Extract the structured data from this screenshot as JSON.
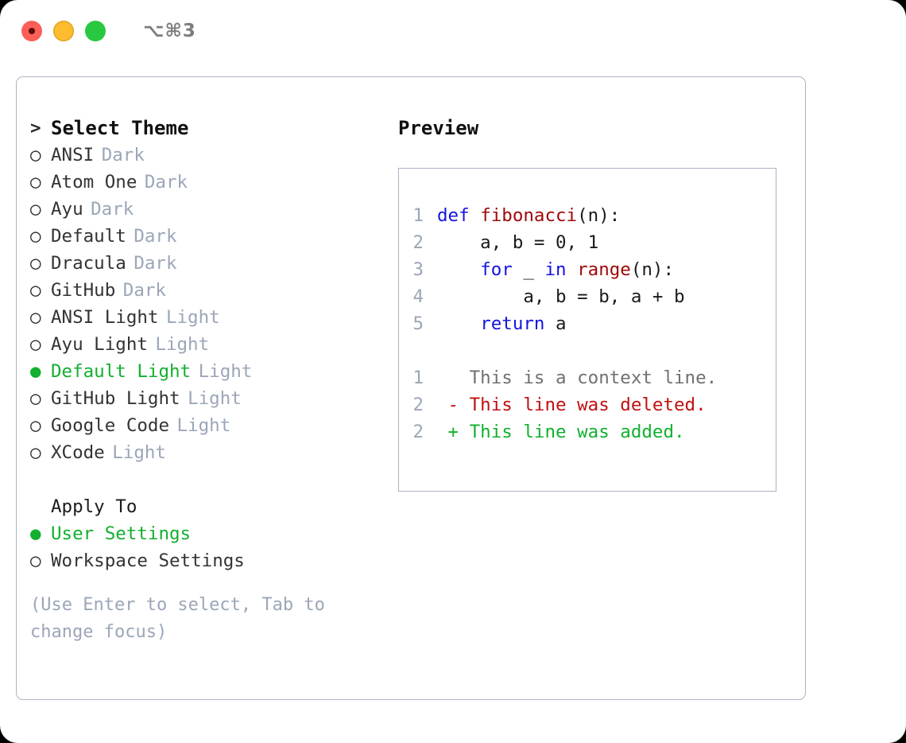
{
  "titlebar": {
    "lights": [
      {
        "name": "close-button",
        "color": "#fb5f57"
      },
      {
        "name": "minimize-button",
        "color": "#febc2e"
      },
      {
        "name": "maximize-button",
        "color": "#28c840"
      }
    ],
    "shortcut": "⌥⌘3"
  },
  "theme_picker": {
    "header": {
      "marker": ">",
      "label": "Select Theme"
    },
    "items": [
      {
        "marker": "○",
        "label": "ANSI",
        "variant": "Dark",
        "selected": false
      },
      {
        "marker": "○",
        "label": "Atom One",
        "variant": "Dark",
        "selected": false
      },
      {
        "marker": "○",
        "label": "Ayu",
        "variant": "Dark",
        "selected": false
      },
      {
        "marker": "○",
        "label": "Default",
        "variant": "Dark",
        "selected": false
      },
      {
        "marker": "○",
        "label": "Dracula",
        "variant": "Dark",
        "selected": false
      },
      {
        "marker": "○",
        "label": "GitHub",
        "variant": "Dark",
        "selected": false
      },
      {
        "marker": "○",
        "label": "ANSI Light",
        "variant": "Light",
        "selected": false
      },
      {
        "marker": "○",
        "label": "Ayu Light",
        "variant": "Light",
        "selected": false
      },
      {
        "marker": "●",
        "label": "Default Light",
        "variant": "Light",
        "selected": true
      },
      {
        "marker": "○",
        "label": "GitHub Light",
        "variant": "Light",
        "selected": false
      },
      {
        "marker": "○",
        "label": "Google Code",
        "variant": "Light",
        "selected": false
      },
      {
        "marker": "○",
        "label": "XCode",
        "variant": "Light",
        "selected": false
      }
    ]
  },
  "apply_to": {
    "title": "Apply To",
    "options": [
      {
        "marker": "●",
        "label": "User Settings",
        "selected": true
      },
      {
        "marker": "○",
        "label": "Workspace Settings",
        "selected": false
      }
    ]
  },
  "hint": "(Use Enter to select, Tab to change focus)",
  "preview": {
    "title": "Preview",
    "code_lines": [
      {
        "num": "1",
        "tokens": [
          {
            "t": "def ",
            "c": "kw"
          },
          {
            "t": "fibonacci",
            "c": "fn"
          },
          {
            "t": "(n):",
            "c": "plain"
          }
        ]
      },
      {
        "num": "2",
        "tokens": [
          {
            "t": "    a, b = 0, 1",
            "c": "plain"
          }
        ]
      },
      {
        "num": "3",
        "tokens": [
          {
            "t": "    ",
            "c": "plain"
          },
          {
            "t": "for",
            "c": "kw"
          },
          {
            "t": " _ ",
            "c": "plain"
          },
          {
            "t": "in",
            "c": "kw"
          },
          {
            "t": " ",
            "c": "plain"
          },
          {
            "t": "range",
            "c": "fn"
          },
          {
            "t": "(n):",
            "c": "plain"
          }
        ]
      },
      {
        "num": "4",
        "tokens": [
          {
            "t": "        a, b = b, a + b",
            "c": "plain"
          }
        ]
      },
      {
        "num": "5",
        "tokens": [
          {
            "t": "    ",
            "c": "plain"
          },
          {
            "t": "return",
            "c": "kw"
          },
          {
            "t": " a",
            "c": "plain"
          }
        ]
      }
    ],
    "diff_lines": [
      {
        "num": "1",
        "tokens": [
          {
            "t": "   This is a context line.",
            "c": "ctx"
          }
        ]
      },
      {
        "num": "2",
        "tokens": [
          {
            "t": " - This line was deleted.",
            "c": "del"
          }
        ]
      },
      {
        "num": "2",
        "tokens": [
          {
            "t": " + This line was added.",
            "c": "add"
          }
        ]
      }
    ]
  },
  "colors": {
    "accent_green": "#12b02f",
    "muted": "#9ba6b8",
    "keyword_blue": "#1414e0",
    "function_red": "#a00808",
    "diff_delete": "#c01010",
    "diff_add": "#12b02f",
    "border": "#aab4c4"
  }
}
